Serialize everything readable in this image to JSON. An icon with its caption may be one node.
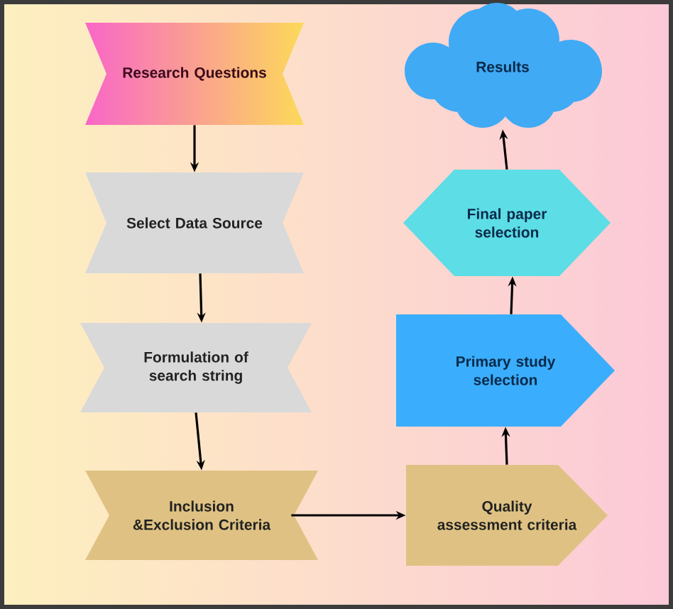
{
  "diagram": {
    "nodes": [
      {
        "text": [
          "Research Questions"
        ]
      },
      {
        "text": [
          "Select Data Source"
        ]
      },
      {
        "text": [
          "Formulation of search string"
        ]
      },
      {
        "text": [
          "Inclusion &Exclusion Criteria"
        ]
      },
      {
        "text": [
          "Quality assessment criteria"
        ]
      },
      {
        "text": [
          "Primary study selection"
        ]
      },
      {
        "text": [
          "Final paper selection"
        ]
      },
      {
        "text": [
          "Results"
        ]
      }
    ],
    "edges": [
      {
        "from": 0,
        "to": 1,
        "arrow": "to"
      },
      {
        "from": 1,
        "to": 2,
        "arrow": "to"
      },
      {
        "from": 2,
        "to": 3,
        "arrow": "to"
      },
      {
        "from": 3,
        "to": 4,
        "arrow": "to"
      },
      {
        "from": 4,
        "to": 5,
        "arrow": "to"
      },
      {
        "from": 5,
        "to": 6,
        "arrow": "to"
      },
      {
        "from": 6,
        "to": 7,
        "arrow": "to"
      }
    ]
  }
}
